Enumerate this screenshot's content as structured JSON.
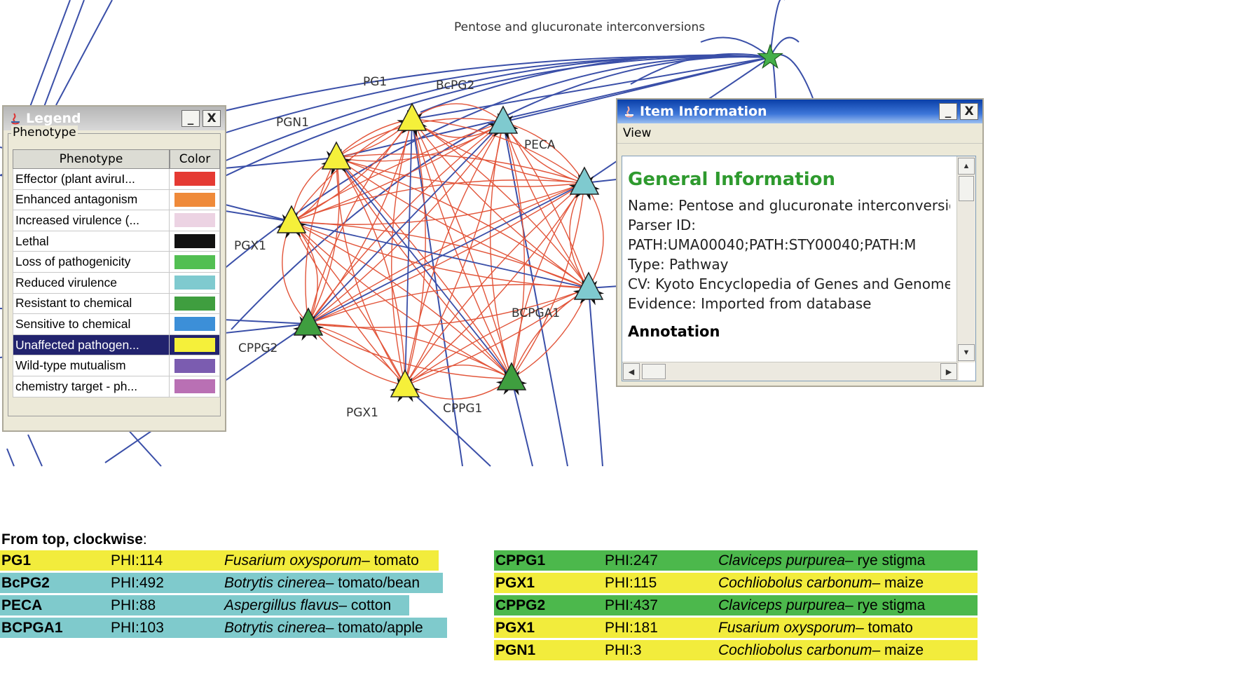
{
  "network": {
    "pathway_label": "Pentose and glucuronate interconversions",
    "nodes": [
      {
        "label": "PG1",
        "phenotype": "Unaffected pathogen..."
      },
      {
        "label": "BcPG2",
        "phenotype": "Reduced virulence"
      },
      {
        "label": "PECA",
        "phenotype": "Reduced virulence"
      },
      {
        "label": "BCPGA1",
        "phenotype": "Reduced virulence"
      },
      {
        "label": "CPPG1",
        "phenotype": "Resistant to chemical"
      },
      {
        "label": "PGX1",
        "phenotype": "Unaffected pathogen..."
      },
      {
        "label": "CPPG2",
        "phenotype": "Resistant to chemical"
      },
      {
        "label": "PGX1",
        "phenotype": "Unaffected pathogen..."
      },
      {
        "label": "PGN1",
        "phenotype": "Unaffected pathogen..."
      }
    ],
    "colors": {
      "interaction_edge": "#e2553a",
      "pathway_edge": "#3a4fa8",
      "pathway_node": "#45b04a",
      "selected_row": "#22236e"
    }
  },
  "legend_window": {
    "title": "Legend",
    "icon": "java-icon",
    "minimize_label": "_",
    "close_label": "X",
    "group_label": "Phenotype",
    "columns": [
      "Phenotype",
      "Color"
    ],
    "rows": [
      {
        "name": "Effector (plant aviruI...",
        "color": "#e53a33"
      },
      {
        "name": "Enhanced antagonism",
        "color": "#ef8a3a"
      },
      {
        "name": "Increased virulence (...",
        "color": "#ecd3e3"
      },
      {
        "name": "Lethal",
        "color": "#111111"
      },
      {
        "name": "Loss of pathogenicity",
        "color": "#52bf52"
      },
      {
        "name": "Reduced virulence",
        "color": "#7fcacf"
      },
      {
        "name": "Resistant to chemical",
        "color": "#3f9e3f"
      },
      {
        "name": "Sensitive to chemical",
        "color": "#3c8fd8"
      },
      {
        "name": "Unaffected pathogen...",
        "color": "#f5f03a",
        "selected": true
      },
      {
        "name": "Wild-type mutualism",
        "color": "#7b5cb0"
      },
      {
        "name": "chemistry target - ph...",
        "color": "#b970b4"
      }
    ]
  },
  "info_window": {
    "title": "Item Information",
    "icon": "java-icon",
    "minimize_label": "_",
    "close_label": "X",
    "menu": {
      "view_label": "View"
    },
    "heading": "General Information",
    "lines": [
      "Name: Pentose and glucuronate interconversions",
      "Parser ID:",
      "PATH:UMA00040;PATH:STY00040;PATH:M",
      "Type: Pathway",
      "CV: Kyoto Encyclopedia of Genes and Genomes",
      "Evidence: Imported from database"
    ],
    "annotation_heading": "Annotation"
  },
  "caption": {
    "heading": "From top, clockwise",
    "heading_punct": ":",
    "rows_left": [
      {
        "name": "PG1",
        "phi": "PHI:114",
        "species": "Fusarium oxysporum",
        "host": " – tomato",
        "color": "#f2ec3c"
      },
      {
        "name": "BcPG2",
        "phi": "PHI:492",
        "species": "Botrytis cinerea",
        "host": " – tomato/bean",
        "color": "#7fcacc"
      },
      {
        "name": "PECA",
        "phi": "PHI:88",
        "species": "Aspergillus flavus",
        "host": " – cotton",
        "color": "#7fcacc"
      },
      {
        "name": "BCPGA1",
        "phi": "PHI:103",
        "species": "Botrytis cinerea",
        "host": " – tomato/apple",
        "color": "#7fcacc"
      }
    ],
    "rows_right": [
      {
        "name": "CPPG1",
        "phi": "PHI:247",
        "species": "Claviceps purpurea",
        "host": " – rye stigma",
        "color": "#4cb84c"
      },
      {
        "name": "PGX1",
        "phi": "PHI:115",
        "species": "Cochliobolus carbonum",
        "host": " – maize",
        "color": "#f2ec3c"
      },
      {
        "name": "CPPG2",
        "phi": "PHI:437",
        "species": "Claviceps purpurea",
        "host": " – rye stigma",
        "color": "#4cb84c"
      },
      {
        "name": "PGX1",
        "phi": "PHI:181",
        "species": " Fusarium oxysporum",
        "host": " – tomato",
        "color": "#f2ec3c"
      },
      {
        "name": "PGN1",
        "phi": "PHI:3",
        "species": "Cochliobolus carbonum",
        "host": " – maize",
        "color": "#f2ec3c"
      }
    ]
  }
}
